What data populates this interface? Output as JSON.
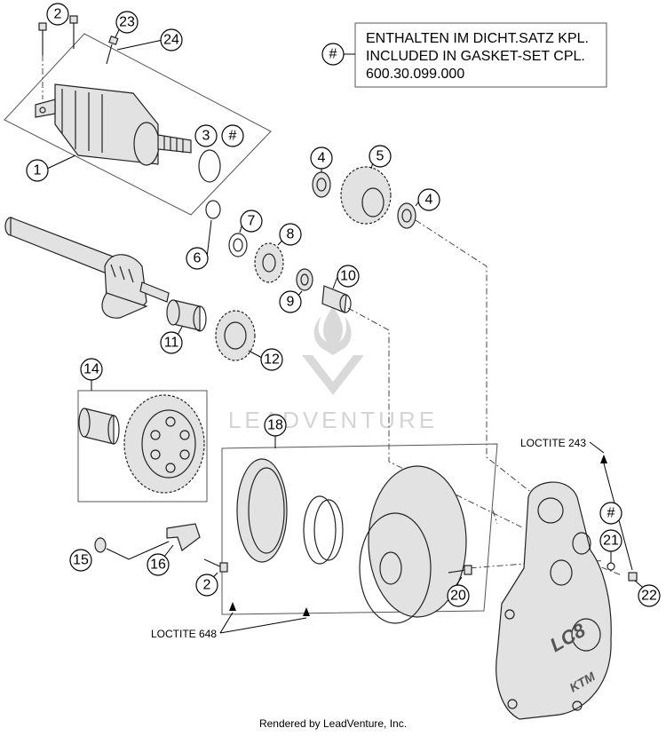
{
  "note": {
    "symbol": "#",
    "line1": "ENTHALTEN IM DICHT.SATZ KPL.",
    "line2": "INCLUDED IN GASKET-SET CPL.",
    "line3": "600.30.099.000"
  },
  "callouts": {
    "c1": "1",
    "c2a": "2",
    "c2b": "2",
    "c3": "3",
    "c3hash": "#",
    "c4a": "4",
    "c4b": "4",
    "c5": "5",
    "c6": "6",
    "c7": "7",
    "c8": "8",
    "c9": "9",
    "c10": "10",
    "c11": "11",
    "c12": "12",
    "c14": "14",
    "c15": "15",
    "c16": "16",
    "c18": "18",
    "c20": "20",
    "c21": "21",
    "c21hash": "#",
    "c22": "22",
    "c23": "23",
    "c24": "24"
  },
  "labels": {
    "loctite243": "LOCTITE 243",
    "loctite648": "LOCTITE 648",
    "cover_brand": "LC8",
    "cover_logo": "KTM"
  },
  "watermark": "LEADVENTURE",
  "footer": "Rendered by LeadVenture, Inc.",
  "colors": {
    "line": "#222222",
    "fill": "#e2e2e2",
    "watermark": "#d9d9d9"
  }
}
